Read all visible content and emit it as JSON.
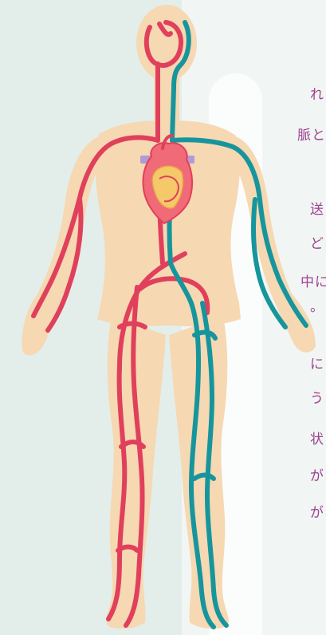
{
  "text_fragments": [
    "れ",
    "脈と",
    "送",
    "ど",
    "中に",
    "。",
    "に",
    "う",
    "状",
    "が",
    "が"
  ],
  "colors": {
    "background": "#e3eeeb",
    "panel": "#f1f6f4",
    "skin": "#f6d8b3",
    "artery": "#e0405c",
    "vein": "#17959c",
    "heart_bar": "#b29ad6",
    "text": "#a0418f"
  }
}
